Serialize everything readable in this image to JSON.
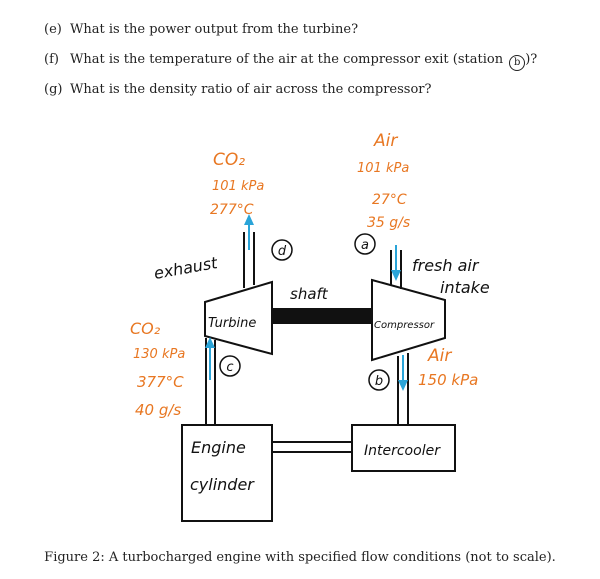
{
  "questions": [
    {
      "label": "(e)",
      "text": "What is the power output from the turbine?"
    },
    {
      "label": "(f)",
      "text": "What is the temperature of the air at the compressor exit (station",
      "station": "b",
      "suffix": ")?"
    },
    {
      "label": "(g)",
      "text": "What is the density ratio of air across the compressor?"
    }
  ],
  "diagram": {
    "co2_top": {
      "gas": "CO₂",
      "pressure": "101 kPa",
      "temp": "277°C"
    },
    "air_top": {
      "gas": "Air",
      "pressure": "101 kPa",
      "temp": "27°C",
      "flow": "35 g/s"
    },
    "exhaust": "exhaust",
    "shaft": "shaft",
    "fresh_air": "fresh air",
    "intake": "intake",
    "turbine": "Turbine",
    "compressor": "Compressor",
    "co2_left": {
      "gas": "CO₂",
      "pressure": "130 kPa",
      "temp": "377°C",
      "flow": "40 g/s"
    },
    "air_right": {
      "gas": "Air",
      "pressure": "150 kPa"
    },
    "engine": "Engine",
    "cylinder": "cylinder",
    "intercooler": "Intercooler",
    "stations": {
      "a": "a",
      "b": "b",
      "c": "c",
      "d": "d"
    },
    "colors": {
      "orange": "#e87722",
      "blue": "#2aa4d8",
      "ink": "#111111"
    }
  },
  "caption": "Figure 2: A turbocharged engine with specified flow conditions (not to scale)."
}
